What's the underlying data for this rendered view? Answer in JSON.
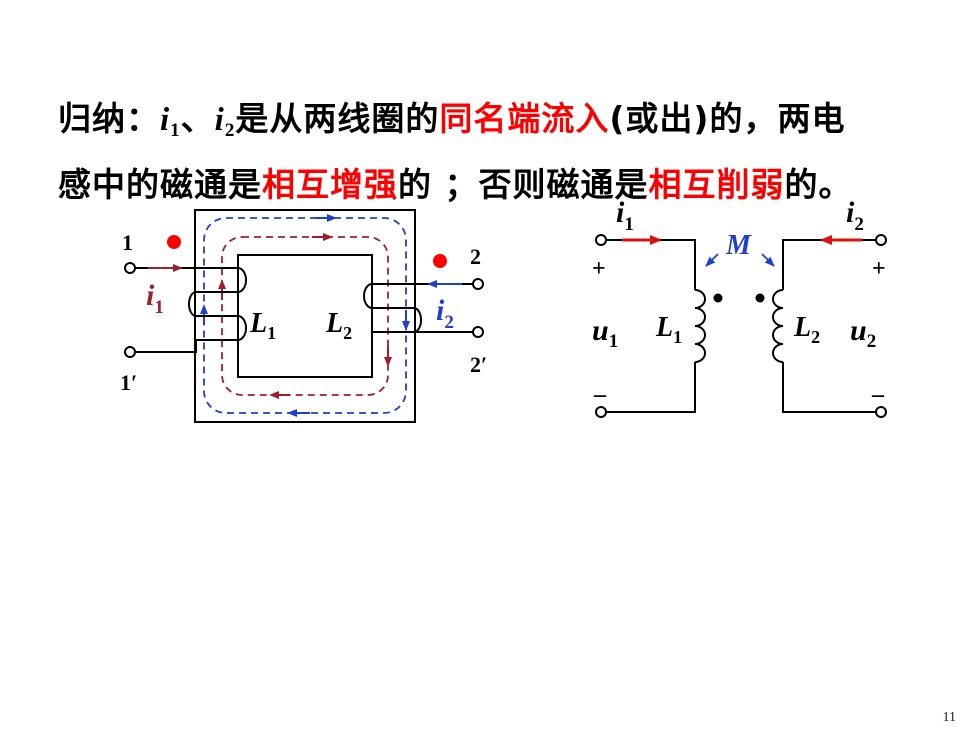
{
  "summary": {
    "prefix": "归纳：",
    "var1": "i",
    "sub1": "1",
    "sep": "、",
    "var2": "i",
    "sub2": "2",
    "part1": "是从两线圈的",
    "hl1": "同名端流入",
    "part2": "(或出)的，两电",
    "part3": "感中的磁通是",
    "hl2": "相互增强",
    "part4": "的 ；否则磁通是",
    "hl3": "相互削弱",
    "part5": "的。"
  },
  "left_diagram": {
    "terminal_1": "1",
    "terminal_1p": "1′",
    "terminal_2": "2",
    "terminal_2p": "2′",
    "current_i1": "i",
    "current_i1_sub": "1",
    "current_i2": "i",
    "current_i2_sub": "2",
    "inductor_L1": "L",
    "inductor_L1_sub": "1",
    "inductor_L2": "L",
    "inductor_L2_sub": "2"
  },
  "right_diagram": {
    "current_i1": "i",
    "current_i1_sub": "1",
    "current_i2": "i",
    "current_i2_sub": "2",
    "mutual": "M",
    "plus_left": "+",
    "plus_right": "+",
    "minus_left": "–",
    "minus_right": "–",
    "voltage_u1": "u",
    "voltage_u1_sub": "1",
    "voltage_u2": "u",
    "voltage_u2_sub": "2",
    "inductor_L1": "L",
    "inductor_L1_sub": "1",
    "inductor_L2": "L",
    "inductor_L2_sub": "2"
  },
  "colors": {
    "highlight": "#ff0000",
    "dot_marker": "#ff0000",
    "flux_blue": "#1f3fd0",
    "flux_red": "#a0202a",
    "current_arrow": "#e01010",
    "wire": "#000000"
  },
  "page_number": "11"
}
